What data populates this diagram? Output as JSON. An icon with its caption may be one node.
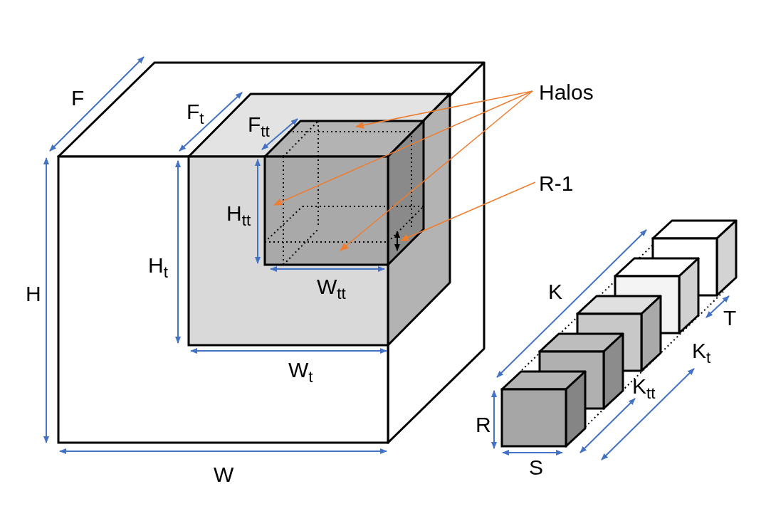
{
  "diagram": {
    "nodes": [
      {
        "text": [
          "Halos"
        ]
      },
      {
        "text": [
          "R-1"
        ]
      }
    ],
    "edges": [
      {
        "from": 0,
        "to": null,
        "arrow": "to"
      },
      {
        "from": 0,
        "to": null,
        "arrow": "to"
      },
      {
        "from": 0,
        "to": null,
        "arrow": "to"
      },
      {
        "from": 1,
        "to": null,
        "arrow": "to"
      }
    ],
    "labels": [
      "F",
      "F$_{t}$",
      "F$_{tt}$",
      "H$_{tt}$",
      "H$_{t}$",
      "H",
      "W$_{tt}$",
      "K",
      "T",
      "W$_{t}$",
      "K$_{t}$",
      "K$_{tt}$",
      "R",
      "S",
      "W"
    ]
  }
}
